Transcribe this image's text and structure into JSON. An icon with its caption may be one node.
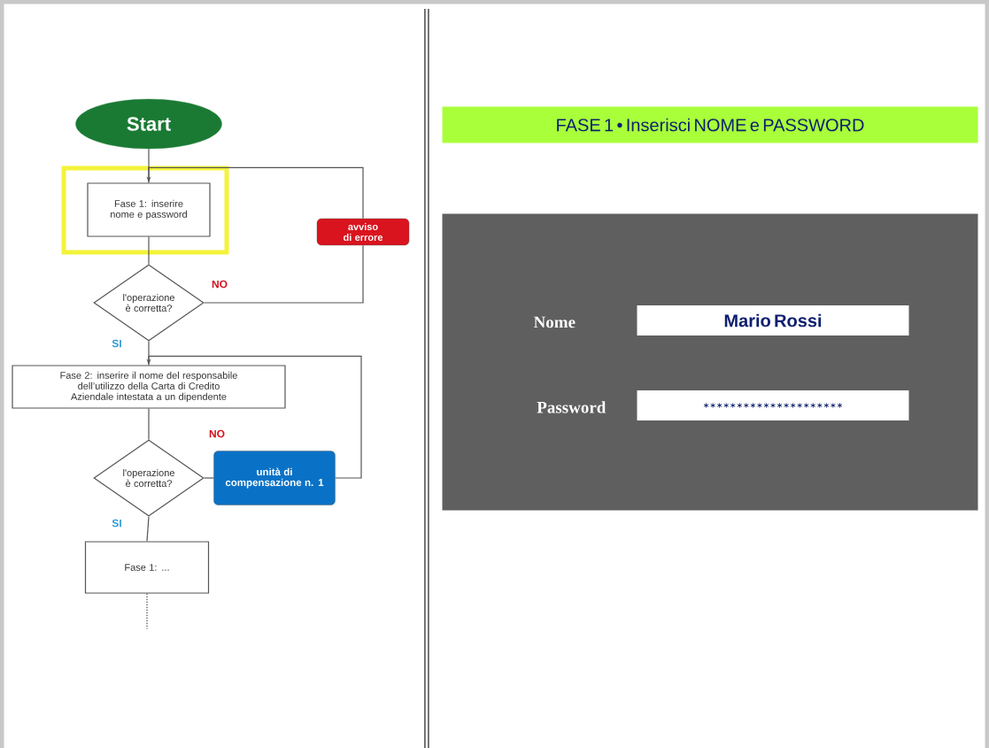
{
  "diagram": {
    "nodes": [
      {
        "text": [
          "Start"
        ]
      },
      {
        "text": [
          "Fase 1: inserire nome e password"
        ]
      },
      {
        "text": [
          "l'operazione è corretta?"
        ]
      },
      {
        "text": [
          "avviso di errore"
        ]
      },
      {
        "text": [
          "Fase 2: inserire il nome del responsabile dell’utilizzo della Carta di Credito Aziendale intestata a un dipendente"
        ]
      },
      {
        "text": [
          "l'operazione è corretta?"
        ]
      },
      {
        "text": [
          "unità di compensazione n. 1"
        ]
      },
      {
        "text": [
          "Fase 1: ..."
        ]
      },
      {
        "text": [
          "FASE 1 • Inserisci NOME e PASSWORD"
        ]
      },
      {
        "text": [],
        "shape": "box"
      },
      {
        "text": [
          "Mario Rossi"
        ],
        "in": 9,
        "beside": [
          "Nome"
        ]
      },
      {
        "text": [
          "∗∗∗∗∗∗∗∗∗∗∗∗∗∗∗∗∗∗∗∗∗"
        ],
        "in": 9,
        "beside": [
          "Password"
        ]
      }
    ],
    "edges": [
      {
        "from": 0,
        "to": 1,
        "arrow": "none"
      },
      {
        "from": 1,
        "to": 2,
        "arrow": "none"
      },
      {
        "from": 2,
        "to": 3,
        "arrow": "none",
        "label": "NO"
      },
      {
        "from": 3,
        "to": 1,
        "arrow": "to"
      },
      {
        "from": 2,
        "to": 4,
        "arrow": "none",
        "label": "SI"
      },
      {
        "from": 4,
        "to": 5,
        "arrow": "none"
      },
      {
        "from": 5,
        "to": 6,
        "arrow": "none",
        "label": "NO"
      },
      {
        "from": 6,
        "to": 4,
        "arrow": "to"
      },
      {
        "from": 5,
        "to": 7,
        "arrow": "none",
        "label": "SI"
      },
      {
        "from": 7,
        "to": null,
        "arrow": "none",
        "style": "dashed"
      }
    ]
  }
}
